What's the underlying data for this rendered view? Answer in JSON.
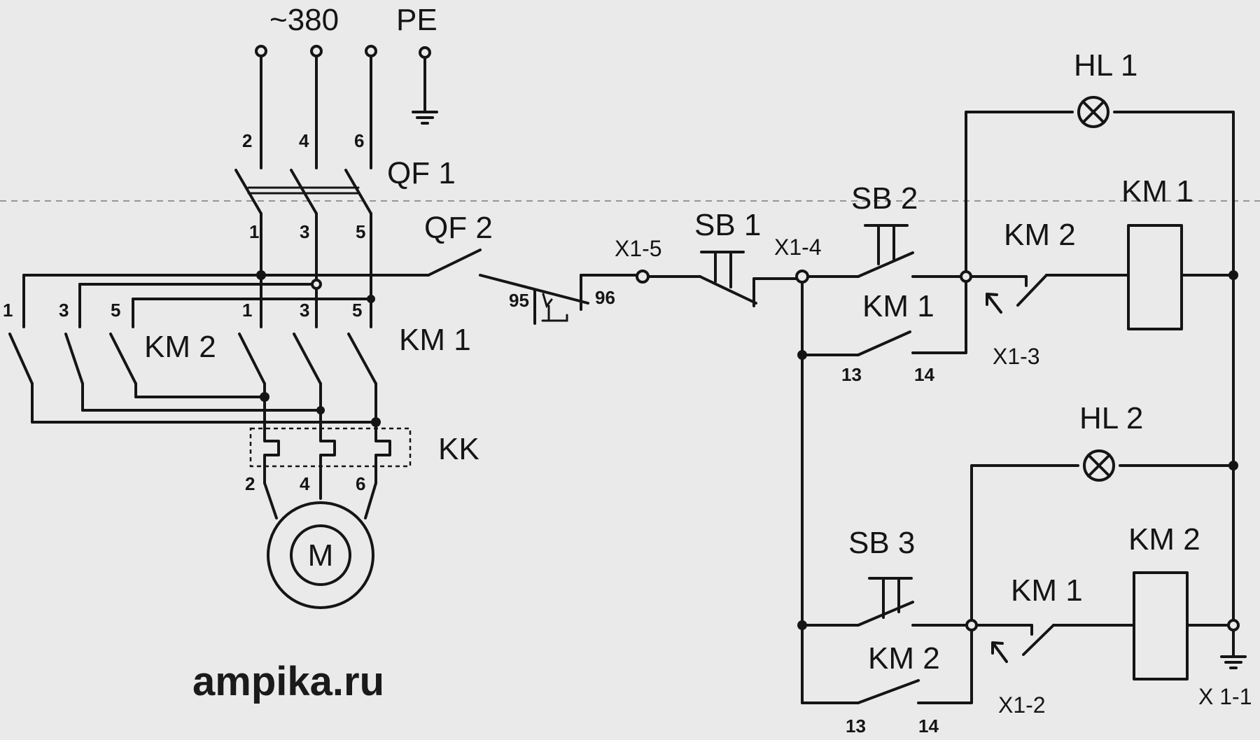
{
  "supply": {
    "voltage": "~380",
    "pe": "PE"
  },
  "breakers": {
    "qf1": "QF 1",
    "qf2": "QF 2"
  },
  "terminals": {
    "top_2": "2",
    "top_4": "4",
    "top_6": "6",
    "qf1_1": "1",
    "qf1_3": "3",
    "qf1_5": "5",
    "km2_1": "1",
    "km2_3": "3",
    "km2_5": "5",
    "km1_1": "1",
    "km1_3": "3",
    "km1_5": "5",
    "kk_2": "2",
    "kk_4": "4",
    "kk_6": "6",
    "t95": "95",
    "t96": "96",
    "km1_13": "13",
    "km1_14": "14",
    "km2_13": "13",
    "km2_14": "14"
  },
  "contactors": {
    "km1": "KM 1",
    "km2": "KM 2"
  },
  "overload": "KK",
  "motor": "M",
  "buttons": {
    "sb1": "SB 1",
    "sb2": "SB 2",
    "sb3": "SB 3"
  },
  "connectors": {
    "x1_1": "X 1-1",
    "x1_2": "X1-2",
    "x1_3": "X1-3",
    "x1_4": "X1-4",
    "x1_5": "X1-5"
  },
  "lamps": {
    "hl1": "HL 1",
    "hl2": "HL 2"
  },
  "watermark": "ampika.ru"
}
